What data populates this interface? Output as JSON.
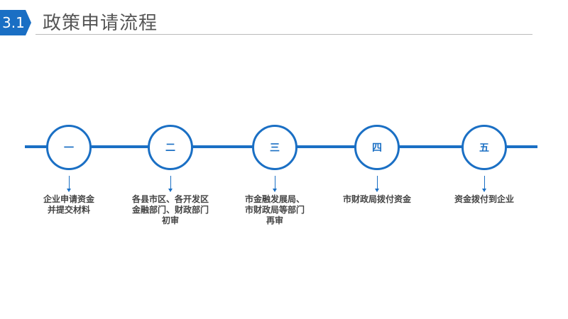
{
  "header": {
    "section_number": "3.1",
    "title": "政策申请流程"
  },
  "steps": [
    {
      "number": "一",
      "text": "企业申请资金\n并提交材料"
    },
    {
      "number": "二",
      "text": "各县市区、各开发区\n金融部门、财政部门\n初审"
    },
    {
      "number": "三",
      "text": "市金融发展局、\n市财政局等部门\n再审"
    },
    {
      "number": "四",
      "text": "市财政局拨付资金"
    },
    {
      "number": "五",
      "text": "资金拨付到企业"
    }
  ],
  "colors": {
    "accent": "#1a6fc4",
    "text": "#444444"
  }
}
